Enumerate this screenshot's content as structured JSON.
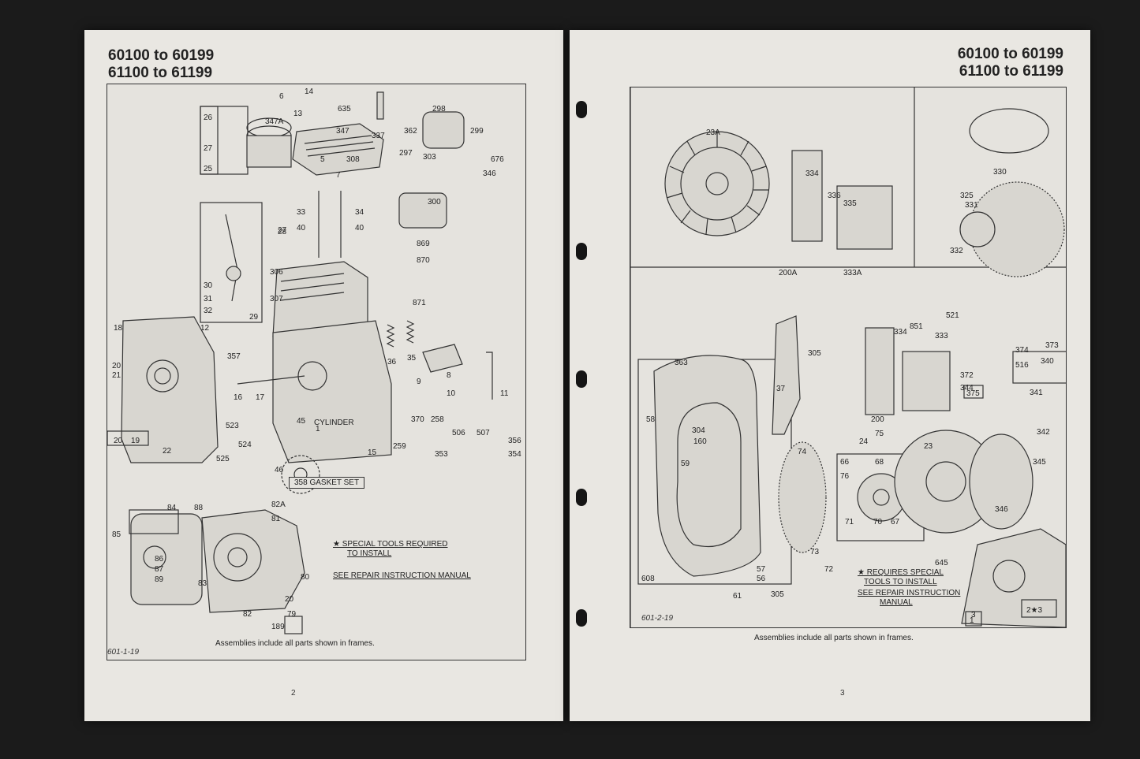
{
  "left_page": {
    "model_range_line1": "60100 to 60199",
    "model_range_line2": "61100 to 61199",
    "caption": "Assemblies include all parts shown in frames.",
    "page_number": "2",
    "drawing_code": "601-1-19",
    "special_tools_note": "★ SPECIAL TOOLS REQUIRED",
    "special_tools_note2": "TO INSTALL",
    "repair_note": "SEE REPAIR INSTRUCTION MANUAL",
    "cylinder_label": "CYLINDER",
    "gasket_set_label": "358 GASKET SET",
    "part_labels": [
      "26",
      "27",
      "25",
      "6",
      "347A",
      "14",
      "13",
      "347",
      "635",
      "337",
      "362",
      "298",
      "299",
      "5",
      "308",
      "7",
      "297",
      "303",
      "676",
      "346",
      "300",
      "33",
      "34",
      "40",
      "40",
      "27",
      "28",
      "869",
      "870",
      "306",
      "307",
      "871",
      "30",
      "31",
      "32",
      "29",
      "18",
      "12",
      "20",
      "21",
      "357",
      "16",
      "17",
      "36",
      "35",
      "9",
      "8",
      "10",
      "11",
      "523",
      "45",
      "1",
      "370",
      "258",
      "506",
      "507",
      "356",
      "259",
      "353",
      "354",
      "20",
      "19",
      "22",
      "524",
      "525",
      "46",
      "15",
      "84",
      "88",
      "82A",
      "85",
      "81",
      "86",
      "87",
      "89",
      "83",
      "80",
      "20",
      "82",
      "79",
      "189"
    ]
  },
  "right_page": {
    "model_range_line1": "60100 to 60199",
    "model_range_line2": "61100 to 61199",
    "caption": "Assemblies include all parts shown in frames.",
    "page_number": "3",
    "drawing_code": "601-2-19",
    "special_tools_note": "★ REQUIRES SPECIAL",
    "special_tools_note2": "TOOLS TO INSTALL",
    "repair_note": "SEE REPAIR INSTRUCTION",
    "repair_note2": "MANUAL",
    "part_labels": [
      "23A",
      "334",
      "336",
      "335",
      "330",
      "325",
      "331",
      "332",
      "200A",
      "333A",
      "521",
      "334",
      "851",
      "333",
      "374",
      "373",
      "363",
      "305",
      "37",
      "516",
      "340",
      "372",
      "344",
      "375",
      "341",
      "200",
      "342",
      "58",
      "304",
      "160",
      "59",
      "24",
      "75",
      "23",
      "345",
      "74",
      "66",
      "68",
      "76",
      "71",
      "70",
      "67",
      "346",
      "608",
      "73",
      "72",
      "645",
      "57",
      "56",
      "61",
      "305",
      "3",
      "2★3",
      "1"
    ]
  }
}
